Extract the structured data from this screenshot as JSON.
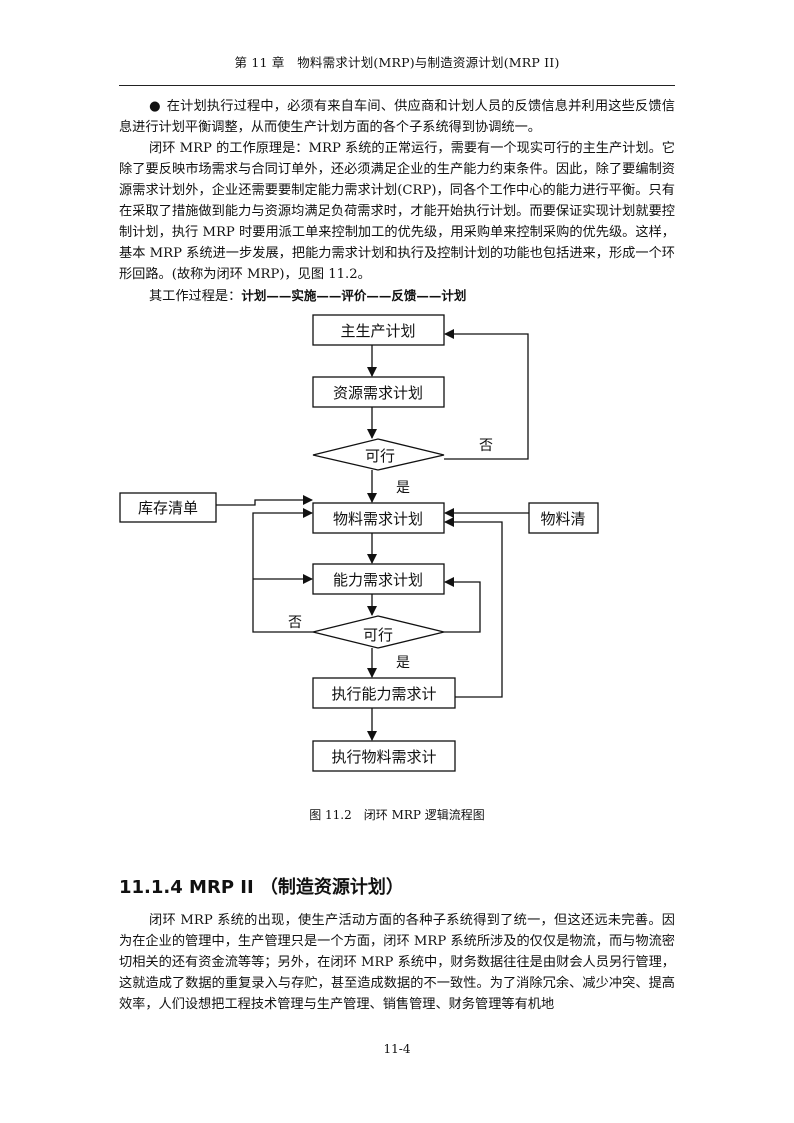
{
  "header": {
    "title": "第 11 章　物料需求计划(MRP)与制造资源计划(MRP II)"
  },
  "paragraphs": {
    "p1_bullet": "●",
    "p1": "在计划执行过程中，必须有来自车间、供应商和计划人员的反馈信息并利用这些反馈信息进行计划平衡调整，从而使生产计划方面的各个子系统得到协调统一。",
    "p2": "闭环 MRP 的工作原理是：MRP 系统的正常运行，需要有一个现实可行的主生产计划。它除了要反映市场需求与合同订单外，还必须满足企业的生产能力约束条件。因此，除了要编制资源需求计划外，企业还需要要制定能力需求计划(CRP)，同各个工作中心的能力进行平衡。只有在采取了措施做到能力与资源均满足负荷需求时，才能开始执行计划。而要保证实现计划就要控制计划，执行 MRP 时要用派工单来控制加工的优先级，用采购单来控制采购的优先级。这样，基本 MRP 系统进一步发展，把能力需求计划和执行及控制计划的功能也包括进来，形成一个环形回路。(故称为闭环 MRP)，见图 11.2。",
    "p3_prefix": "其工作过程是：",
    "p3_steps": "计划——实施——评价——反馈——计划"
  },
  "figure": {
    "boxes": {
      "main_plan": "主生产计划",
      "resource_plan": "资源需求计划",
      "feasible_1": "可行",
      "inventory": "库存清单",
      "mrp": "物料需求计划",
      "bom": "物料清",
      "capacity_plan": "能力需求计划",
      "feasible_2": "可行",
      "exec_capacity": "执行能力需求计",
      "exec_material": "执行物料需求计"
    },
    "labels": {
      "no_1": "否",
      "yes_1": "是",
      "no_2": "否",
      "yes_2": "是"
    },
    "caption": "图 11.2　闭环 MRP 逻辑流程图"
  },
  "section": {
    "title": "11.1.4 MRP II （制造资源计划）",
    "paragraph": "闭环 MRP 系统的出现，使生产活动方面的各种子系统得到了统一，但这还远未完善。因为在企业的管理中，生产管理只是一个方面，闭环 MRP 系统所涉及的仅仅是物流，而与物流密切相关的还有资金流等等；另外，在闭环 MRP 系统中，财务数据往往是由财会人员另行管理，这就造成了数据的重复录入与存贮，甚至造成数据的不一致性。为了消除冗余、减少冲突、提高效率，人们设想把工程技术管理与生产管理、销售管理、财务管理等有机地"
  },
  "page_number": "11-4"
}
